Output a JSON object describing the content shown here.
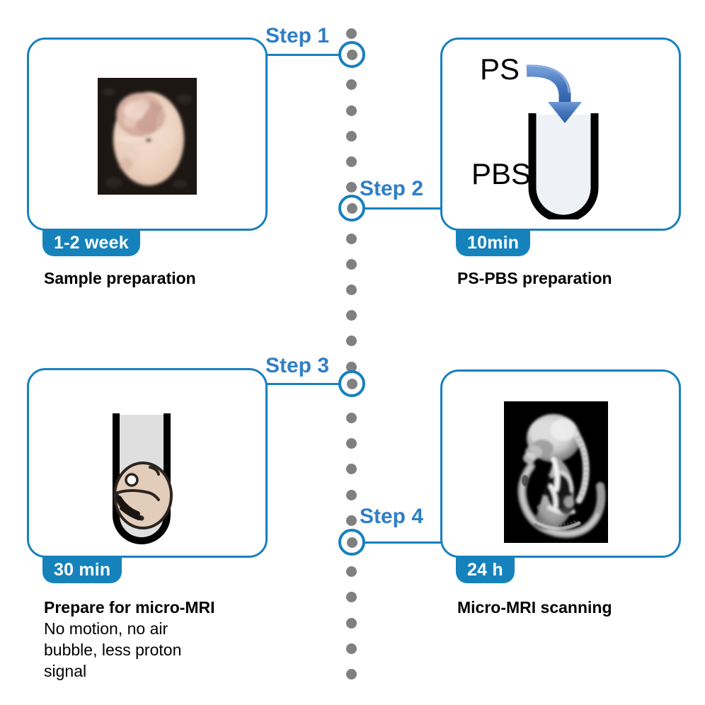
{
  "colors": {
    "accent_blue": "#1880bf",
    "step_label_blue": "#2f7ec7",
    "badge_blue": "#1582bc",
    "dot_gray": "#808080",
    "arrow_blue": "#3d6fb4",
    "tube_fill": "#eef2f7",
    "embryo_fill": "#e2cdbb"
  },
  "timeline": {
    "steps": [
      {
        "id": "step1",
        "label": "Step 1"
      },
      {
        "id": "step2",
        "label": "Step 2"
      },
      {
        "id": "step3",
        "label": "Step 3"
      },
      {
        "id": "step4",
        "label": "Step 4"
      }
    ]
  },
  "panels": [
    {
      "id": "panel-sample-preparation",
      "step": "Step 1",
      "badge": "1-2 week",
      "caption_title": "Sample preparation",
      "caption_sub": "",
      "illustration": "embryo-photo"
    },
    {
      "id": "panel-ps-pbs-preparation",
      "step": "Step 2",
      "badge": "10min",
      "caption_title": "PS-PBS preparation",
      "caption_sub": "",
      "illustration": "test-tube-with-arrow",
      "labels": {
        "reagent": "PS",
        "buffer": "PBS"
      }
    },
    {
      "id": "panel-prepare-for-micro-mri",
      "step": "Step 3",
      "badge": "30 min",
      "caption_title": "Prepare for micro-MRI",
      "caption_sub": "No motion, no air bubble, less proton signal",
      "illustration": "embryo-in-tube"
    },
    {
      "id": "panel-micro-mri-scanning",
      "step": "Step 4",
      "badge": "24 h",
      "caption_title": "Micro-MRI scanning",
      "caption_sub": "",
      "illustration": "mri-scan"
    }
  ]
}
